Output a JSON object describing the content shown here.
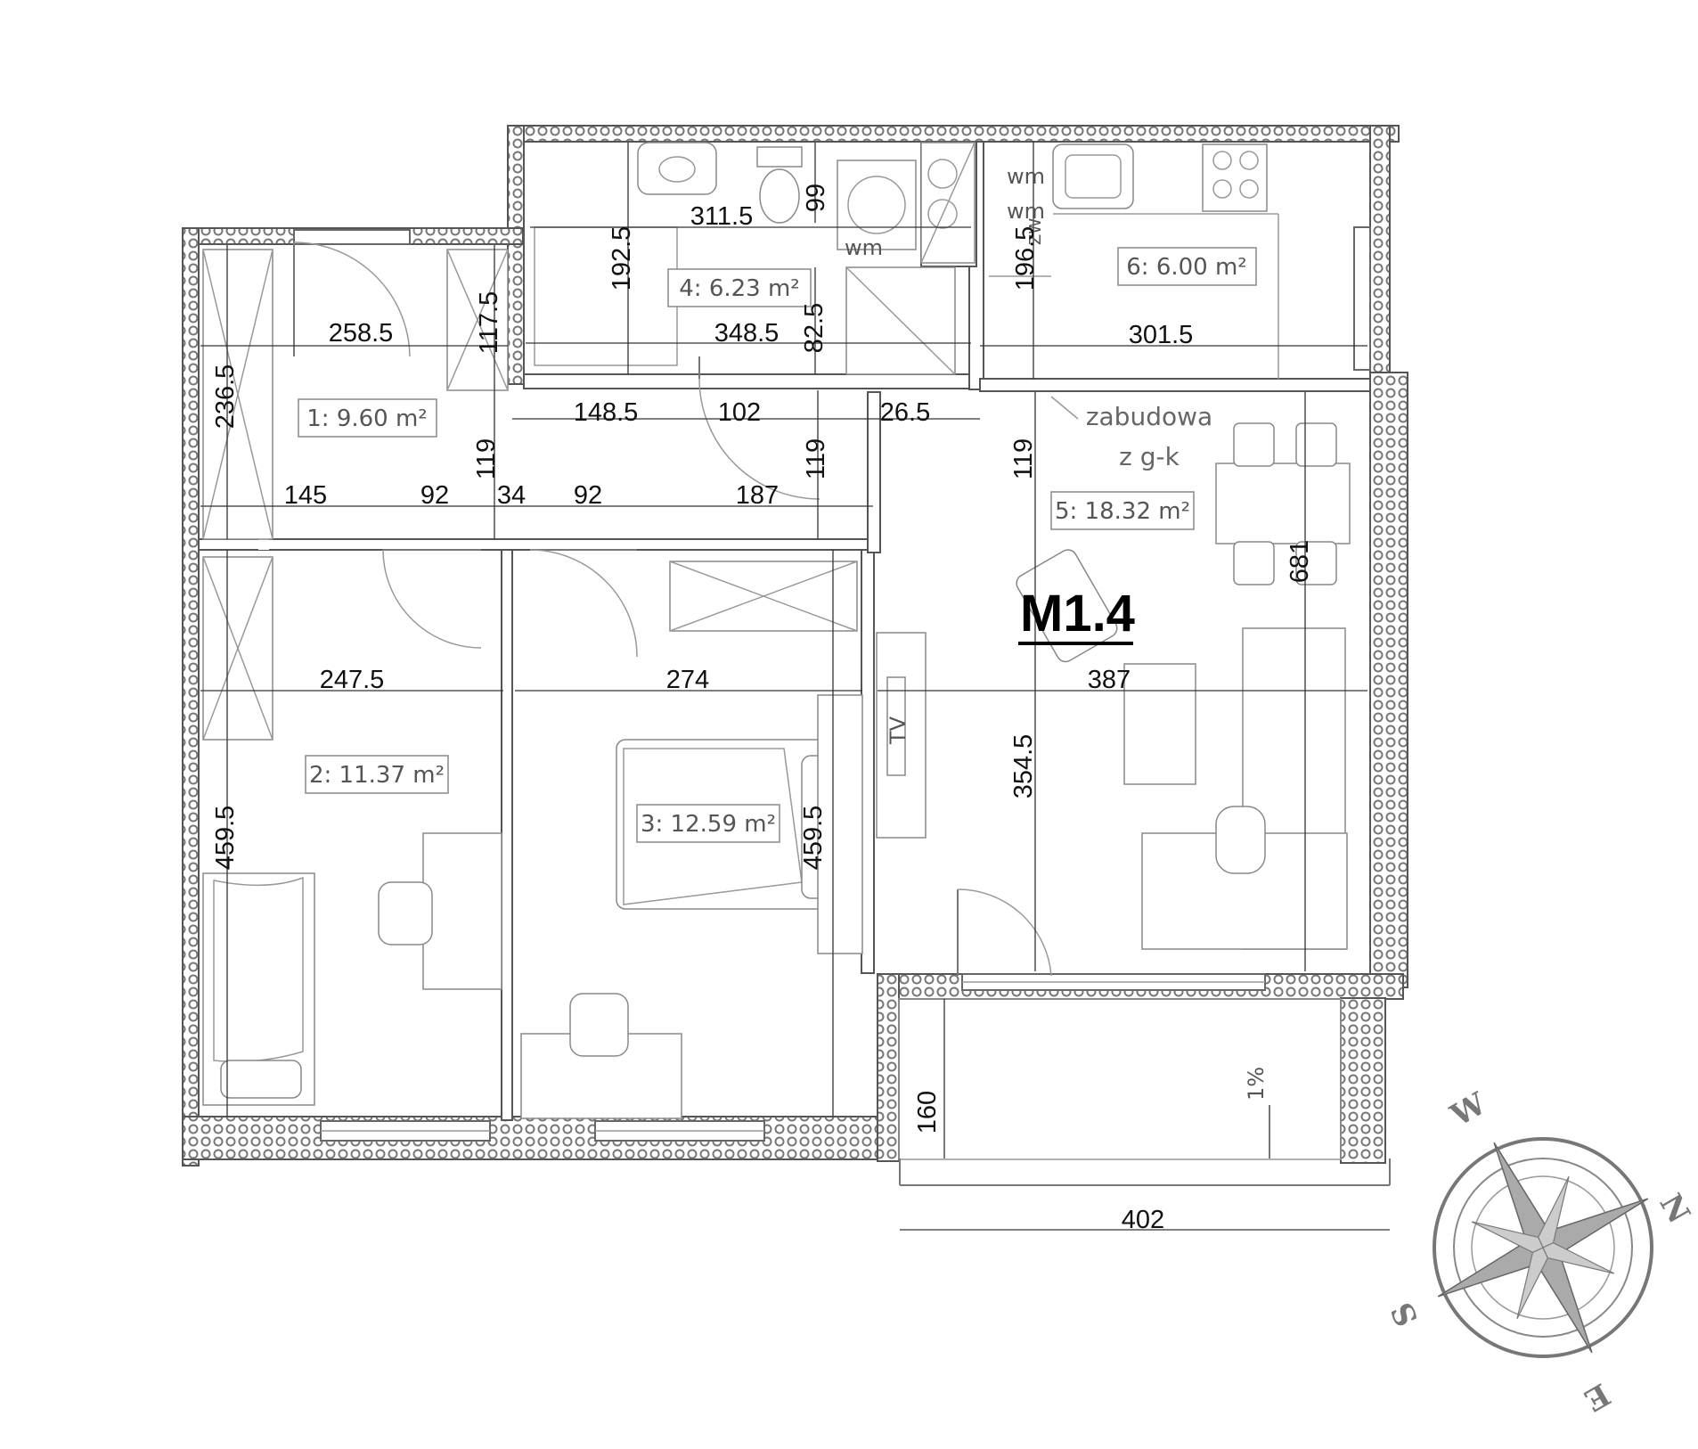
{
  "title": "M1.4",
  "rooms": [
    {
      "label": "1: 9.60 m²"
    },
    {
      "label": "2: 11.37 m²"
    },
    {
      "label": "3: 12.59 m²"
    },
    {
      "label": "4: 6.23 m²"
    },
    {
      "label": "5: 18.32 m²"
    },
    {
      "label": "6: 6.00 m²"
    }
  ],
  "notes": {
    "zabudowa_line1": "zabudowa",
    "zabudowa_line2": "z g-k",
    "slope": "1%",
    "tv": "TV",
    "wm": "wm",
    "zw": "ZW"
  },
  "dimensions": {
    "d311_5": "311.5",
    "d99": "99",
    "d192_5": "192.5",
    "d348_5": "348.5",
    "d82_5": "82.5",
    "d196_5": "196.5",
    "d301_5": "301.5",
    "d258_5": "258.5",
    "d117_5": "117.5",
    "d236_5": "236.5",
    "d148_5": "148.5",
    "d102": "102",
    "d26_5": "26.5",
    "d119a": "119",
    "d119b": "119",
    "d119c": "119",
    "d145": "145",
    "d92a": "92",
    "d34": "34",
    "d92b": "92",
    "d187": "187",
    "d681": "681",
    "d247_5": "247.5",
    "d274": "274",
    "d387": "387",
    "d459_5a": "459.5",
    "d459_5b": "459.5",
    "d354_5": "354.5",
    "d160": "160",
    "d402": "402"
  },
  "compass": {
    "w": "W",
    "n": "N",
    "s": "S",
    "e": "E"
  }
}
